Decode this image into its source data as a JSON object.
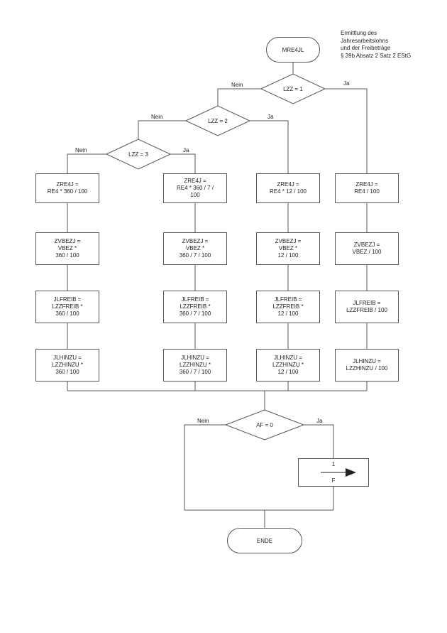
{
  "header_note": {
    "l1": "Ermittlung des",
    "l2": "Jahresarbeitslohns",
    "l3": "und der Freibeträge",
    "l4": "§ 39b Absatz 2 Satz 2 EStG"
  },
  "start_label": "MRE4JL",
  "end_label": "ENDE",
  "decisions": {
    "lzz1": {
      "label": "LZZ = 1",
      "no": "Nein",
      "yes": "Ja"
    },
    "lzz2": {
      "label": "LZZ = 2",
      "no": "Nein",
      "yes": "Ja"
    },
    "lzz3": {
      "label": "LZZ = 3",
      "no": "Nein",
      "yes": "Ja"
    },
    "af": {
      "label": "AF = 0",
      "no": "Nein",
      "yes": "Ja"
    }
  },
  "connector": {
    "number": "1",
    "letter": "F"
  },
  "columns": {
    "c1": {
      "b1": {
        "l1": "ZRE4J =",
        "l2": "RE4 * 360 / 100"
      },
      "b2": {
        "l1": "ZVBEZJ =",
        "l2": "VBEZ *",
        "l3": "360 / 100"
      },
      "b3": {
        "l1": "JLFREIB =",
        "l2": "LZZFREIB *",
        "l3": "360 / 100"
      },
      "b4": {
        "l1": "JLHINZU =",
        "l2": "LZZHINZU *",
        "l3": "360 / 100"
      }
    },
    "c2": {
      "b1": {
        "l1": "ZRE4J =",
        "l2": "RE4 * 360 / 7 /",
        "l3": "100"
      },
      "b2": {
        "l1": "ZVBEZJ =",
        "l2": "VBEZ *",
        "l3": "360 / 7 / 100"
      },
      "b3": {
        "l1": "JLFREIB =",
        "l2": "LZZFREIB *",
        "l3": "360 / 7 / 100"
      },
      "b4": {
        "l1": "JLHINZU =",
        "l2": "LZZHINZU *",
        "l3": "360 / 7 / 100"
      }
    },
    "c3": {
      "b1": {
        "l1": "ZRE4J =",
        "l2": "RE4 * 12 / 100"
      },
      "b2": {
        "l1": "ZVBEZJ =",
        "l2": "VBEZ *",
        "l3": "12 / 100"
      },
      "b3": {
        "l1": "JLFREIB =",
        "l2": "LZZFREIB *",
        "l3": "12 / 100"
      },
      "b4": {
        "l1": "JLHINZU =",
        "l2": "LZZHINZU *",
        "l3": "12 / 100"
      }
    },
    "c4": {
      "b1": {
        "l1": "ZRE4J =",
        "l2": "RE4 / 100"
      },
      "b2": {
        "l1": "ZVBEZJ =",
        "l2": "VBEZ / 100"
      },
      "b3": {
        "l1": "JLFREIB =",
        "l2": "LZZFREIB / 100"
      },
      "b4": {
        "l1": "JLHINZU =",
        "l2": "LZZHINZU / 100"
      }
    }
  },
  "colors": {
    "line": "#555555",
    "text": "#222222",
    "background": "#ffffff"
  }
}
